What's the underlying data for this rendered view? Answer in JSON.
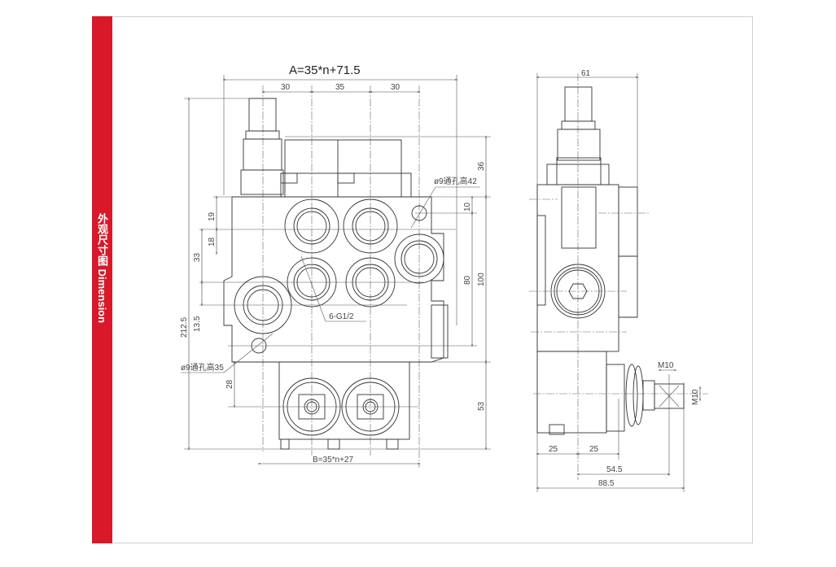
{
  "sidebar": {
    "title": "外观尺寸图 Dimension",
    "color": "#d7192a"
  },
  "front_view": {
    "dim_a": "A=35*n+71.5",
    "dim_30_left": "30",
    "dim_35": "35",
    "dim_30_right": "30",
    "dim_36": "36",
    "dim_10": "10",
    "dim_80": "80",
    "dim_100": "100",
    "dim_53": "53",
    "dim_19": "19",
    "dim_18": "18",
    "dim_33": "33",
    "dim_13_5": "13.5",
    "dim_212_5": "212.5",
    "dim_28": "28",
    "hole_top": "ø9通孔高42",
    "hole_bottom": "ø9通孔高35",
    "ports": "6-G1/2",
    "dim_b": "B=35*n+27"
  },
  "side_view": {
    "dim_61": "61",
    "dim_m10_h": "M10",
    "dim_m10_v": "M10",
    "dim_25_left": "25",
    "dim_25_right": "25",
    "dim_54_5": "54.5",
    "dim_88_5": "88.5"
  }
}
